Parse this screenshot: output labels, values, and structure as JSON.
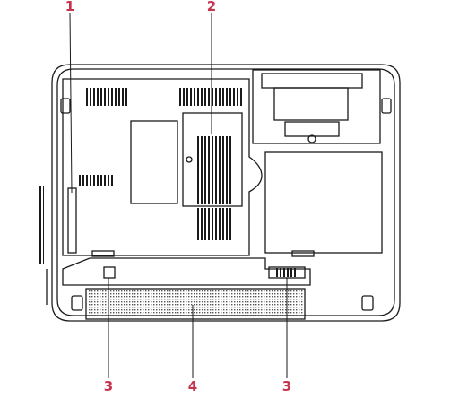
{
  "callouts": {
    "one": "1",
    "two": "2",
    "three_left": "3",
    "four": "4",
    "three_right": "3"
  },
  "colors": {
    "callout": "#c8334e",
    "line": "#1a1a1a",
    "fill": "#ffffff"
  }
}
